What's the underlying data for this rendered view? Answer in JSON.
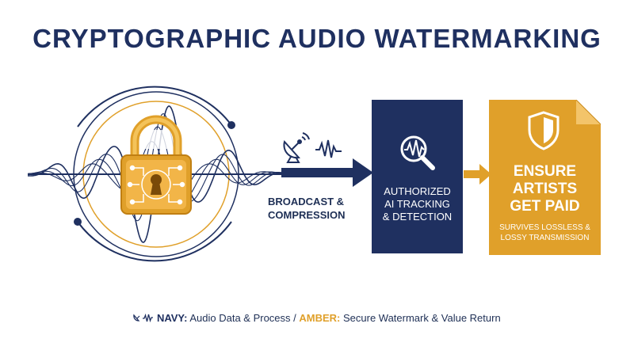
{
  "title": "CRYPTOGRAPHIC AUDIO WATERMARKING",
  "flow": {
    "transit_label": "BROADCAST &\nCOMPRESSION",
    "navy_box_label": "AUTHORIZED\nAI TRACKING\n& DETECTION",
    "amber_headline": "ENSURE\nARTISTS\nGET PAID",
    "amber_subtext": "SURVIVES LOSSLESS &\nLOSSY TRANSMISSION"
  },
  "legend": {
    "navy_key": "NAVY:",
    "navy_text": " Audio Data & Process / ",
    "amber_key": "AMBER:",
    "amber_text": " Secure Watermark & Value Return"
  },
  "colors": {
    "navy": "#1f3060",
    "amber": "#e0a02a",
    "background": "#ffffff"
  },
  "icons": [
    "padlock-circuit-icon",
    "satellite-dish-icon",
    "waveform-icon",
    "magnifier-waveform-icon",
    "shield-icon"
  ]
}
